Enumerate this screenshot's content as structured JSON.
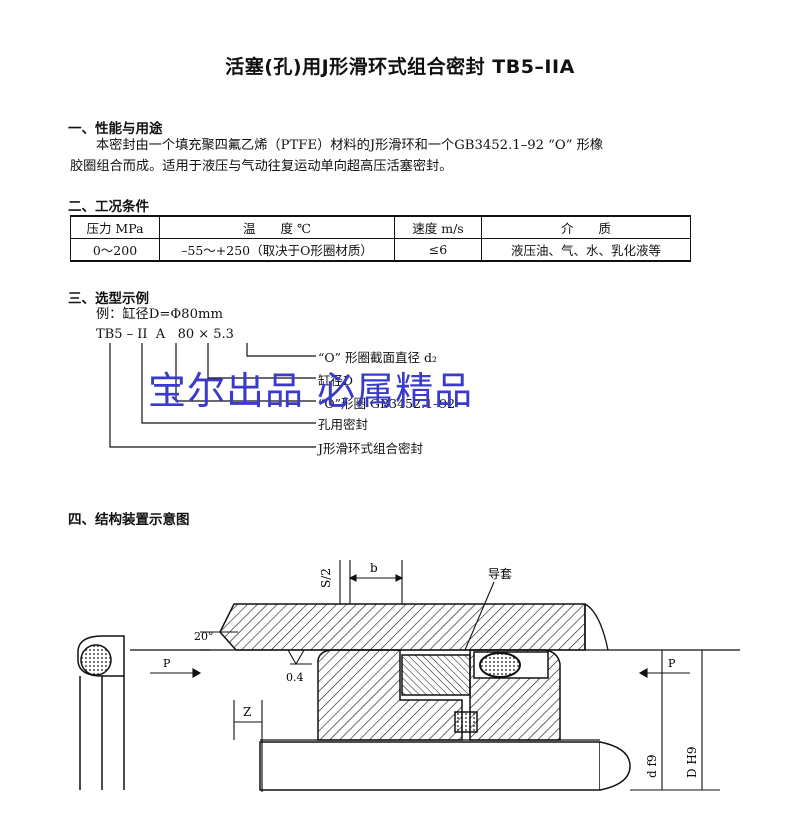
{
  "title": "活塞(孔)用J形滑环式组合密封 TB5–IIA",
  "section1": {
    "heading": "一、性能与用途",
    "line1": "本密封由一个填充聚四氟乙烯（PTFE）材料的J形滑环和一个GB3452.1–92 “O” 形橡",
    "line2": "胶圈组合而成。适用于液压与气动往复运动单向超高压活塞密封。"
  },
  "section2": {
    "heading": "二、工况条件",
    "headers": [
      "压力 MPa",
      "温　　度 ℃",
      "速度 m/s",
      "介　　质"
    ],
    "values": [
      "0～200",
      "–55～+250（取决于O形圈材质）",
      "≤6",
      "液压油、气、水、乳化液等"
    ]
  },
  "section3": {
    "heading": "三、选型示例",
    "example": "例：缸径D=Φ80mm",
    "code": "TB5 – II  A   80 × 5.3",
    "legend": [
      "“O” 形圈截面直径 d₂",
      "缸径D",
      "“O”形圈 GB3452.1–92",
      "孔用密封",
      "J形滑环式组合密封"
    ]
  },
  "watermark": "宝尔出品  必属精品",
  "section4": {
    "heading": "四、结构装置示意图",
    "labels": {
      "s2": "S/2",
      "b": "b",
      "guide": "导套",
      "angle": "20°",
      "rough": "0.4",
      "z": "Z",
      "p_left": "P",
      "p_right": "P",
      "d9": "d f9",
      "dh9": "D H9"
    }
  }
}
